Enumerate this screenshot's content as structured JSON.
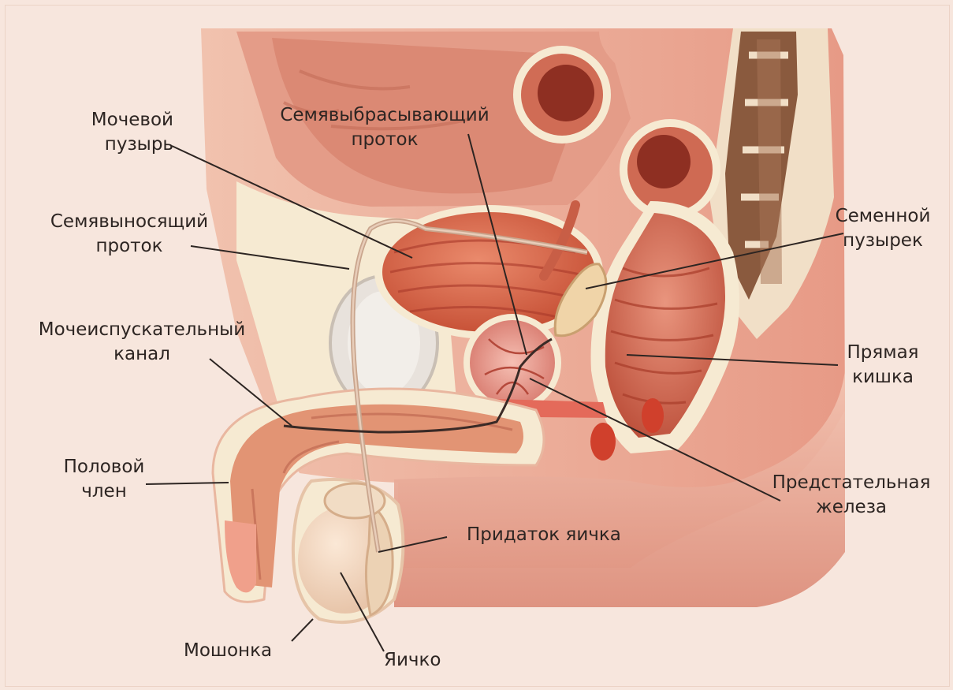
{
  "labels": {
    "bladder": {
      "line1": "Мочевой",
      "line2": "пузырь"
    },
    "vas_deferens": {
      "line1": "Семявыносящий",
      "line2": "проток"
    },
    "urethra": {
      "line1": "Мочеиспускательный",
      "line2": "канал"
    },
    "penis": {
      "line1": "Половой",
      "line2": "член"
    },
    "scrotum": {
      "line1": "Мошонка"
    },
    "testis": {
      "line1": "Яичко"
    },
    "epididymis": {
      "line1": "Придаток яичка"
    },
    "ejaculatory_duct": {
      "line1": "Семявыбрасывающий",
      "line2": "проток"
    },
    "seminal_vesicle": {
      "line1": "Семенной",
      "line2": "пузырек"
    },
    "rectum": {
      "line1": "Прямая",
      "line2": "кишка"
    },
    "prostate": {
      "line1": "Предстательная",
      "line2": "железа"
    }
  },
  "colors": {
    "background": "#f7e6dd",
    "skin": "#efb7a2",
    "muscle": "#d9624a",
    "fat": "#f6ead2",
    "bone": "#8a5a3e",
    "leader_line": "#2d2522"
  }
}
